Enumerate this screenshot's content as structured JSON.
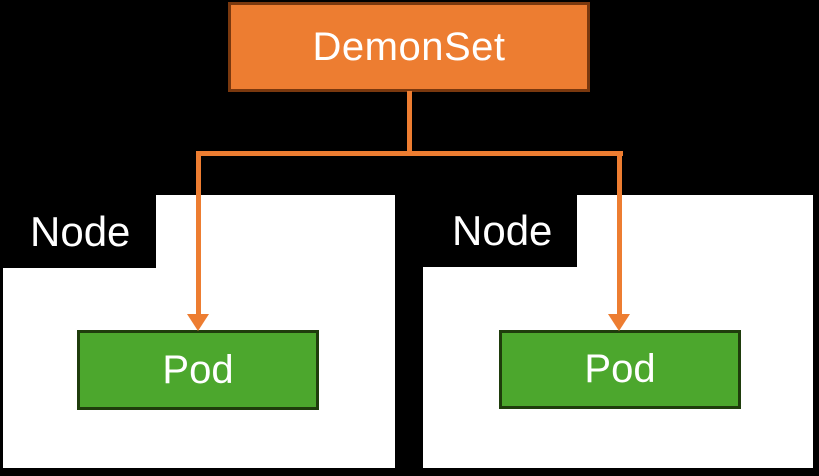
{
  "diagram": {
    "demonset": {
      "label": "DemonSet"
    },
    "nodes": [
      {
        "label": "Node",
        "pod_label": "Pod"
      },
      {
        "label": "Node",
        "pod_label": "Pod"
      }
    ],
    "colors": {
      "background": "#000000",
      "demonset_fill": "#ED7D31",
      "demonset_border": "#7A380E",
      "connector": "#ED7D31",
      "node_fill": "#FFFFFF",
      "pod_fill": "#4CA72D",
      "pod_border": "#1F3D0C",
      "text": "#FFFFFF"
    }
  }
}
